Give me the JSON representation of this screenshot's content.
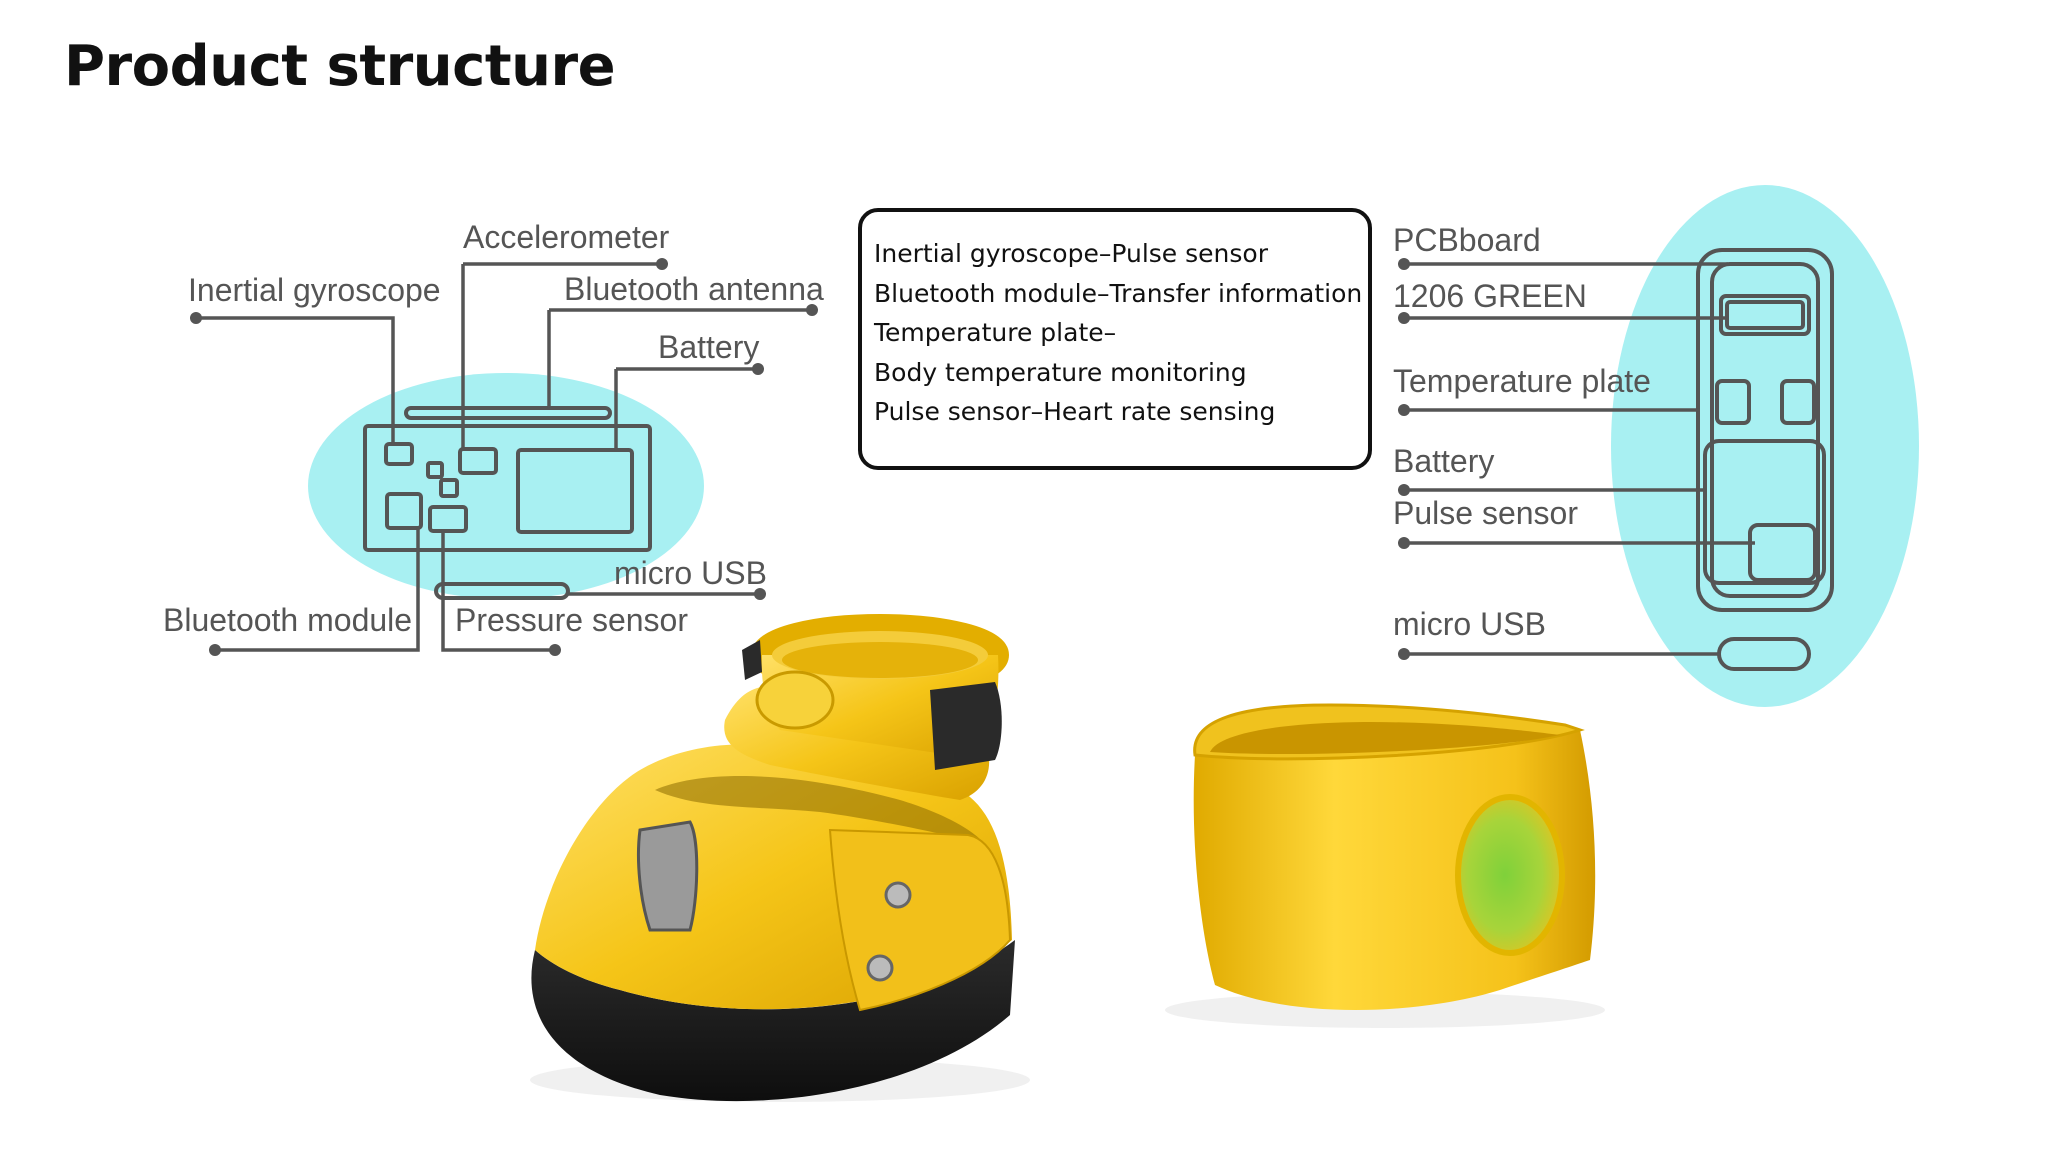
{
  "page": {
    "title": "Product structure"
  },
  "left_diagram": {
    "labels": {
      "accelerometer": "Accelerometer",
      "inertial_gyroscope": "Inertial gyroscope",
      "bluetooth_antenna": "Bluetooth antenna",
      "battery": "Battery",
      "micro_usb": "micro USB",
      "bluetooth_module": "Bluetooth module",
      "pressure_sensor": "Pressure sensor"
    }
  },
  "info_box": {
    "lines": [
      "Inertial gyroscope–Pulse sensor",
      "Bluetooth module–Transfer information",
      "Temperature plate–",
      "Body temperature monitoring",
      "Pulse sensor–Heart rate sensing"
    ]
  },
  "right_diagram": {
    "labels": {
      "pcb_board": "PCBboard",
      "led": "1206 GREEN",
      "temperature_plate": "Temperature plate",
      "battery": "Battery",
      "pulse_sensor": "Pulse sensor",
      "micro_usb": "micro USB"
    }
  },
  "colors": {
    "highlight": "#a8f0f2",
    "line": "#555555",
    "device_yellow": "#f3c21c",
    "device_black": "#1e1e1e",
    "sensor_green": "#9acd3a"
  }
}
